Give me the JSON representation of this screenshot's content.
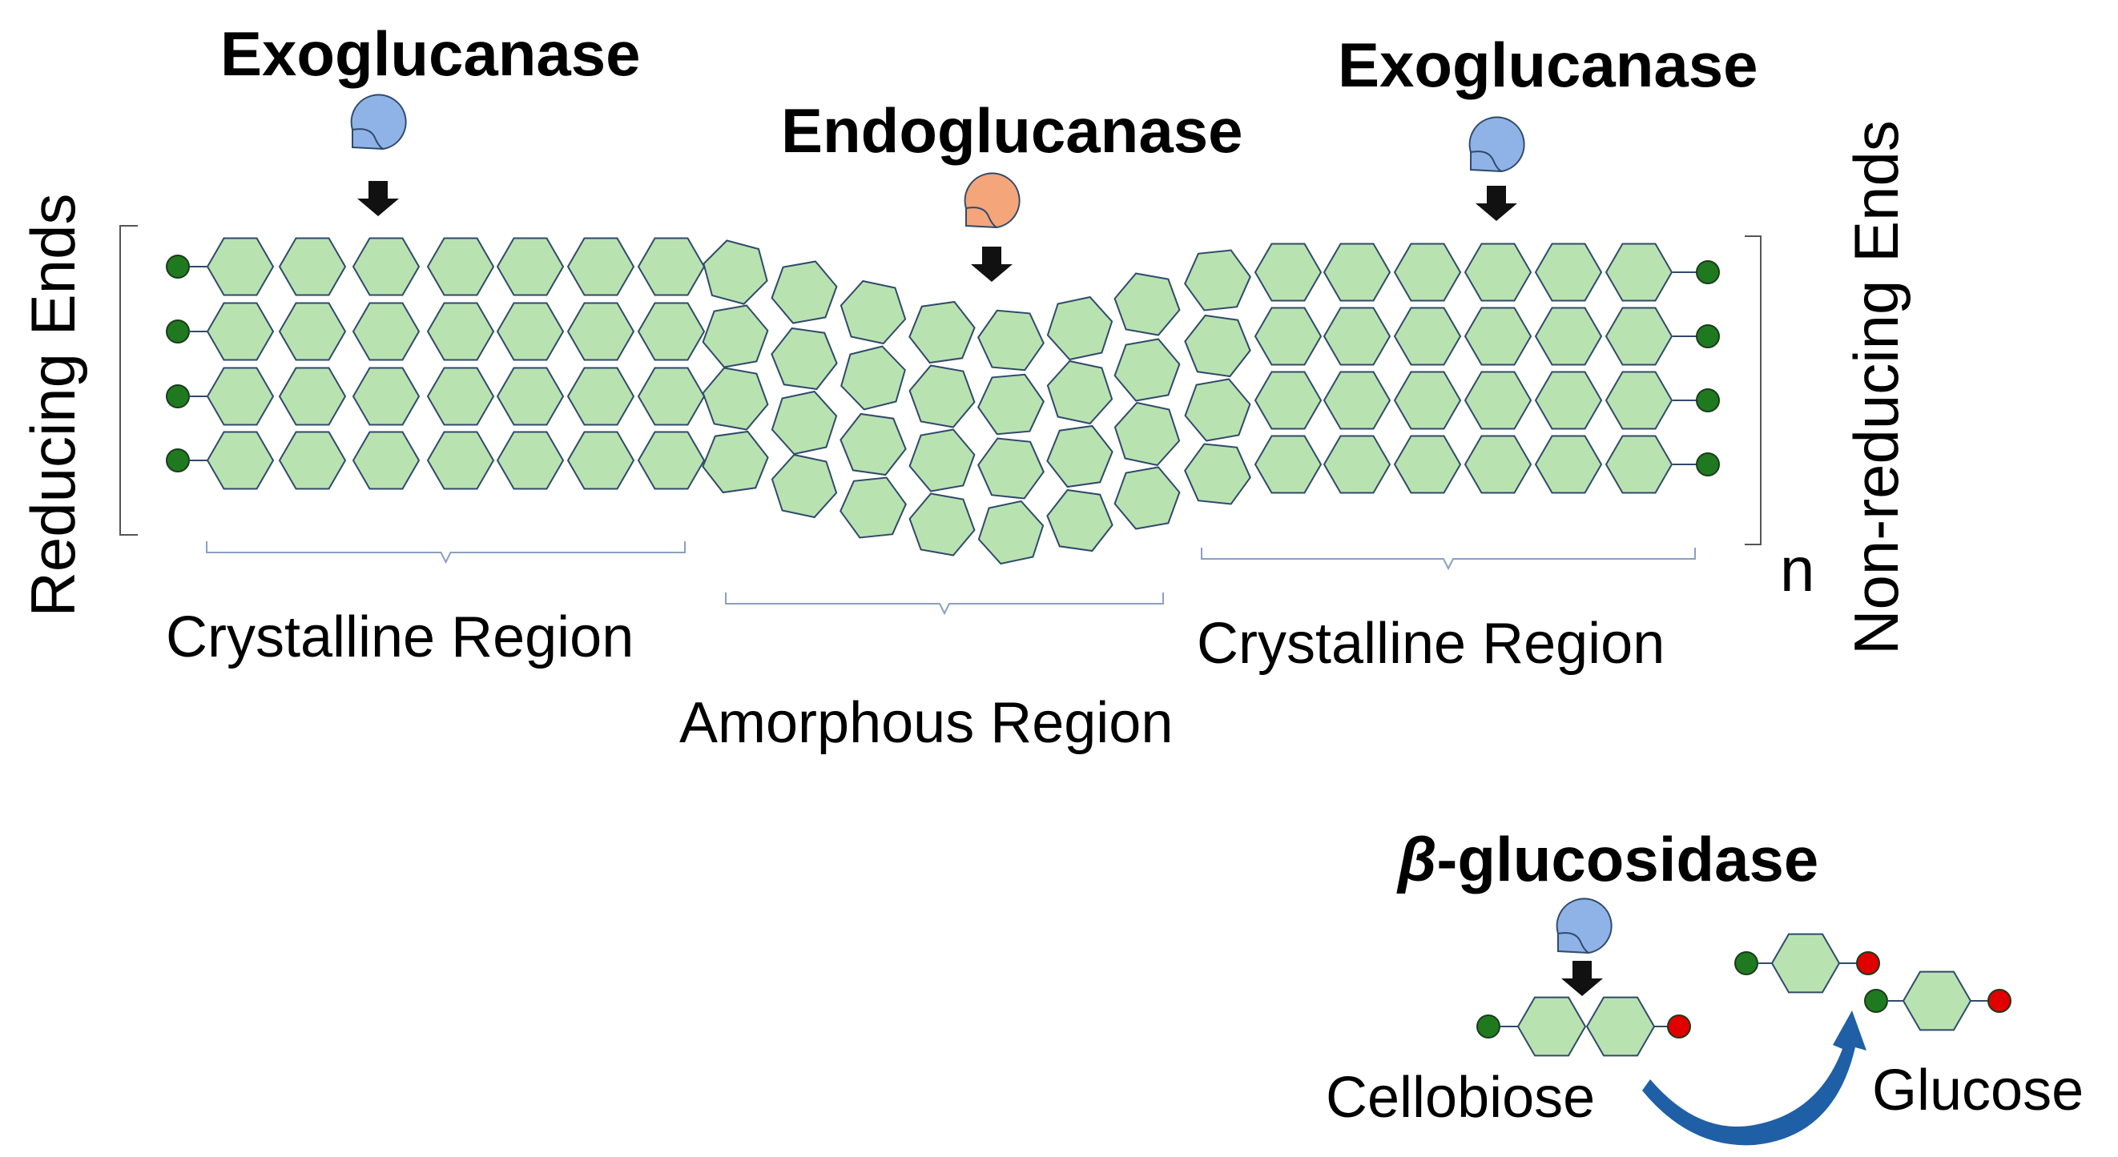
{
  "enzymes": {
    "exo_left": "Exoglucanase",
    "endo": "Endoglucanase",
    "exo_right": "Exoglucanase",
    "beta_symbol": "β",
    "beta_rest": "-glucosidase"
  },
  "ends": {
    "reducing": "Reducing Ends",
    "non_reducing": "Non-reducing Ends",
    "repeat": "n"
  },
  "regions": {
    "crystalline_left": "Crystalline Region",
    "amorphous": "Amorphous Region",
    "crystalline_right": "Crystalline Region"
  },
  "products": {
    "cellobiose": "Cellobiose",
    "glucose": "Glucose"
  },
  "colors": {
    "hexagon_fill": "#b9e2b1",
    "hexagon_stroke": "#2f4a6b",
    "reducing_end": "#1f7a1f",
    "non_reducing_end_product": "#e00000",
    "exoglucanase_icon": "#8fb3e6",
    "endoglucanase_icon": "#f5a57a",
    "arrow_curve": "#1f5fa6"
  }
}
